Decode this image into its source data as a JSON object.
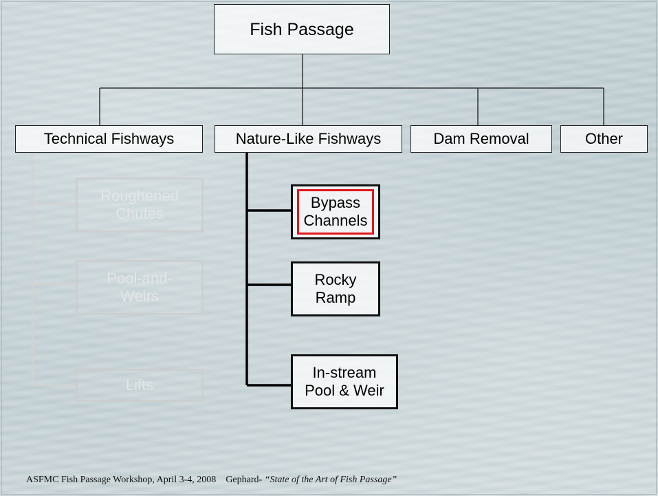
{
  "diagram": {
    "root": "Fish Passage",
    "categories": [
      "Technical Fishways",
      "Nature-Like Fishways",
      "Dam Removal",
      "Other"
    ],
    "technical_children": [
      "Roughened\nChutes",
      "Pool-and-\nWeirs",
      "Lifts"
    ],
    "naturelike_children": [
      "Bypass\nChannels",
      "Rocky\nRamp",
      "In-stream\nPool & Weir"
    ],
    "highlighted": "Bypass Channels",
    "highlight_color": "#e2161b"
  },
  "footer": {
    "event": "ASFMC Fish Passage Workshop, April 3-4, 2008",
    "presenter": "Gephard-",
    "talk_title": "“State of the Art of Fish Passage”"
  }
}
